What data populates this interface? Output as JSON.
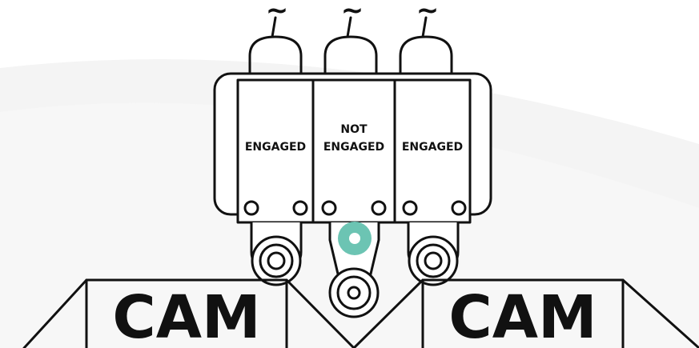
{
  "switches": [
    {
      "label_lines": [
        "ENGAGED"
      ],
      "state": "engaged"
    },
    {
      "label_lines": [
        "NOT",
        "ENGAGED"
      ],
      "state": "not-engaged"
    },
    {
      "label_lines": [
        "ENGAGED"
      ],
      "state": "engaged"
    }
  ],
  "cams": [
    {
      "label": "CAM"
    },
    {
      "label": "CAM"
    }
  ],
  "wire_symbol": "~",
  "colors": {
    "stroke": "#111111",
    "indicator": "#6cc4b3",
    "background_swoosh": "#f4f4f4"
  }
}
